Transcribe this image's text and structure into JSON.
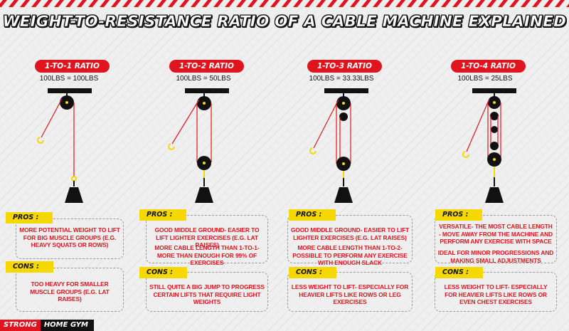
{
  "title": "WEIGHT-TO-RESISTANCE RATIO OF A CABLE MACHINE EXPLAINED",
  "colors": {
    "accent": "#e0141e",
    "highlight": "#f5d800",
    "dark": "#111111"
  },
  "pros_label": "PROS :",
  "cons_label": "CONS :",
  "columns": [
    {
      "ratio": "1-TO-1 RATIO",
      "equation": "100LBS = 100LBS",
      "pros": [
        "MORE POTENTIAL WEIGHT TO LIFT FOR BIG MUSCLE GROUPS (E.G. HEAVY SQUATS OR ROWS)"
      ],
      "cons": [
        "TOO HEAVY FOR SMALLER MUSCLE GROUPS (E.G. LAT RAISES)"
      ]
    },
    {
      "ratio": "1-TO-2 RATIO",
      "equation": "100LBS = 50LBS",
      "pros": [
        "GOOD MIDDLE GROUND- EASIER TO LIFT LIGHTER EXERCISES (E.G. LAT RAISES)",
        "MORE CABLE LENGTH THAN 1-TO-1- MORE THAN ENOUGH FOR 99% OF EXERCISES"
      ],
      "cons": [
        "STILL QUITE A BIG JUMP TO PROGRESS CERTAIN  LIFTS THAT REQUIRE LIGHT WEIGHTS"
      ]
    },
    {
      "ratio": "1-TO-3 RATIO",
      "equation": "100LBS = 33.33LBS",
      "pros": [
        "GOOD MIDDLE GROUND- EASIER TO LIFT LIGHTER EXERCISES (E.G. LAT RAISES)",
        "MORE CABLE LENGTH THAN 1-TO-2- POSSIBLE TO PERFORM ANY EXERCISE WITH ENOUGH SLACK"
      ],
      "cons": [
        "LESS WEIGHT TO LIFT- ESPECIALLY FOR HEAVIER LIFTS LIKE ROWS OR LEG EXERCISES"
      ]
    },
    {
      "ratio": "1-TO-4 RATIO",
      "equation": "100LBS = 25LBS",
      "pros": [
        "VERSATILE- THE MOST CABLE LENGTH - MOVE AWAY FROM THE MACHINE AND PERFORM ANY EXERCISE WITH SPACE",
        "IDEAL FOR MINOR PROGRESSIONS AND MAKING SMALL ADJUSTMENTS"
      ],
      "cons": [
        "LESS WEIGHT TO LIFT- ESPECIALLY FOR HEAVIER LIFTS LIKE ROWS OR EVEN CHEST EXERCISES"
      ]
    }
  ],
  "logo": {
    "strong": "STRONG",
    "rest": "HOME GYM"
  }
}
